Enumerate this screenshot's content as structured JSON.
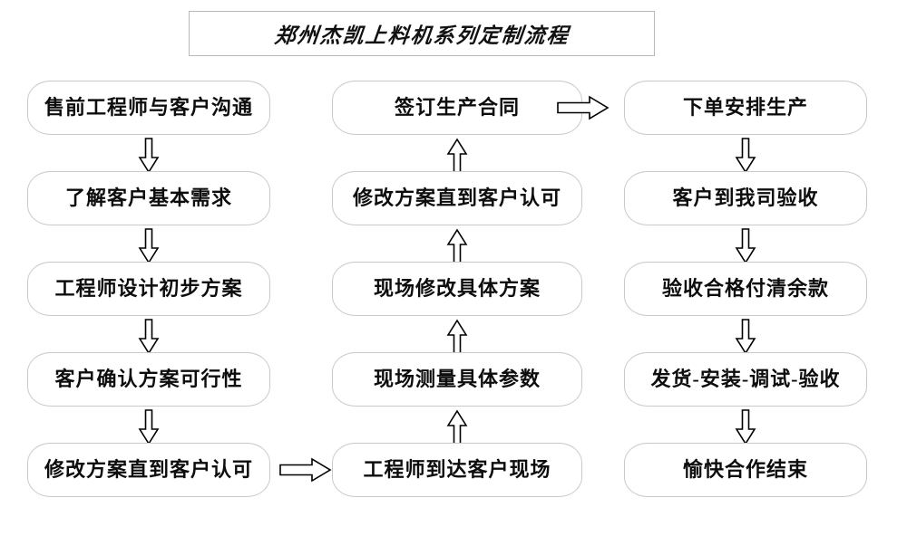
{
  "title": {
    "text": "郑州杰凯上料机系列定制流程"
  },
  "colors": {
    "node_border": "#c9c9c9",
    "title_border": "#b8b8b8",
    "arrow_stroke": "#000000",
    "text": "#0d0d0d",
    "background": "#ffffff"
  },
  "columns": {
    "left": {
      "direction": "down",
      "nodes": [
        {
          "label": "售前工程师与客户沟通"
        },
        {
          "label": "了解客户基本需求"
        },
        {
          "label": "工程师设计初步方案"
        },
        {
          "label": "客户确认方案可行性"
        },
        {
          "label": "修改方案直到客户认可"
        }
      ]
    },
    "middle": {
      "direction": "up",
      "nodes": [
        {
          "label": "签订生产合同"
        },
        {
          "label": "修改方案直到客户认可"
        },
        {
          "label": "现场修改具体方案"
        },
        {
          "label": "现场测量具体参数"
        },
        {
          "label": "工程师到达客户现场"
        }
      ]
    },
    "right": {
      "direction": "down",
      "nodes": [
        {
          "label": "下单安排生产"
        },
        {
          "label": "客户到我司验收"
        },
        {
          "label": "验收合格付清余款"
        },
        {
          "label": "发货-安装-调试-验收"
        },
        {
          "label": "愉快合作结束"
        }
      ]
    }
  },
  "connectors": {
    "left_down": [
      "down-arrow",
      "down-arrow",
      "down-arrow",
      "down-arrow"
    ],
    "middle_up": [
      "up-arrow",
      "up-arrow",
      "up-arrow",
      "up-arrow"
    ],
    "right_down": [
      "down-arrow",
      "down-arrow",
      "down-arrow",
      "down-arrow"
    ],
    "left_to_middle": "right-arrow",
    "middle_to_right": "right-arrow"
  }
}
